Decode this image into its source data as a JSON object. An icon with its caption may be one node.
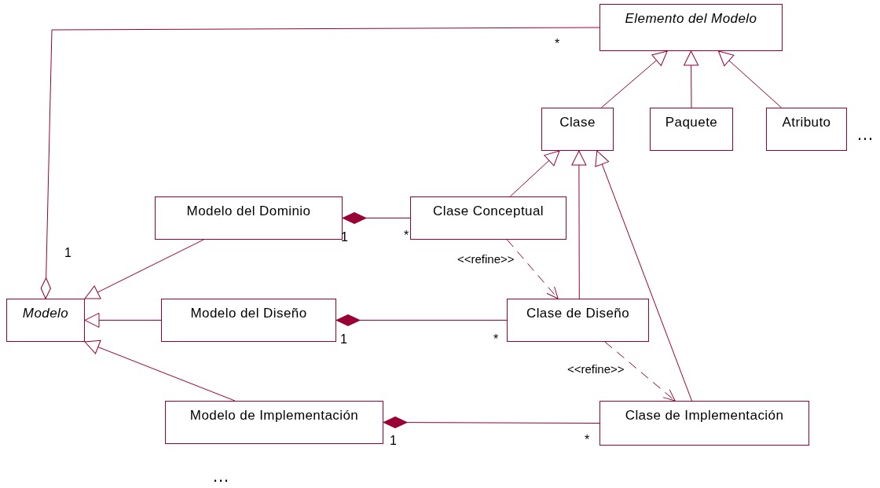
{
  "diagram": {
    "nodes": [
      {
        "text": [
          "Elemento del Modelo"
        ]
      },
      {
        "text": [
          "Clase"
        ]
      },
      {
        "text": [
          "Paquete"
        ]
      },
      {
        "text": [
          "Atributo"
        ]
      },
      {
        "text": [
          "Modelo del Dominio"
        ]
      },
      {
        "text": [
          "Clase Conceptual"
        ]
      },
      {
        "text": [
          "Modelo"
        ]
      },
      {
        "text": [
          "Modelo del Diseño"
        ]
      },
      {
        "text": [
          "Clase de Diseño"
        ]
      },
      {
        "text": [
          "Modelo de Implementación"
        ]
      },
      {
        "text": [
          "Clase de Implementación"
        ]
      }
    ],
    "edges": [
      {
        "from": 1,
        "to": 0,
        "arrow": "to"
      },
      {
        "from": 2,
        "to": 0,
        "arrow": "to"
      },
      {
        "from": 3,
        "to": 0,
        "arrow": "to"
      },
      {
        "from": 5,
        "to": 1,
        "arrow": "to"
      },
      {
        "from": 8,
        "to": 1,
        "arrow": "to"
      },
      {
        "from": 10,
        "to": 1,
        "arrow": "to"
      },
      {
        "from": 4,
        "to": 6,
        "arrow": "to"
      },
      {
        "from": 7,
        "to": 6,
        "arrow": "to"
      },
      {
        "from": 9,
        "to": 6,
        "arrow": "to"
      },
      {
        "from": 4,
        "to": 5,
        "arrow": "other"
      },
      {
        "from": 7,
        "to": 8,
        "arrow": "other"
      },
      {
        "from": 9,
        "to": 10,
        "arrow": "other"
      },
      {
        "from": 6,
        "to": 0,
        "arrow": "other"
      },
      {
        "from": 5,
        "to": 8,
        "arrow": "to",
        "label": "<<refine>>",
        "style": "dashed"
      },
      {
        "from": 8,
        "to": 10,
        "arrow": "to",
        "label": "<<refine>>",
        "style": "dashed"
      }
    ],
    "labels": [
      "*",
      "…",
      "1",
      "1",
      "*",
      "1",
      "*",
      "1",
      "*",
      "…"
    ]
  }
}
